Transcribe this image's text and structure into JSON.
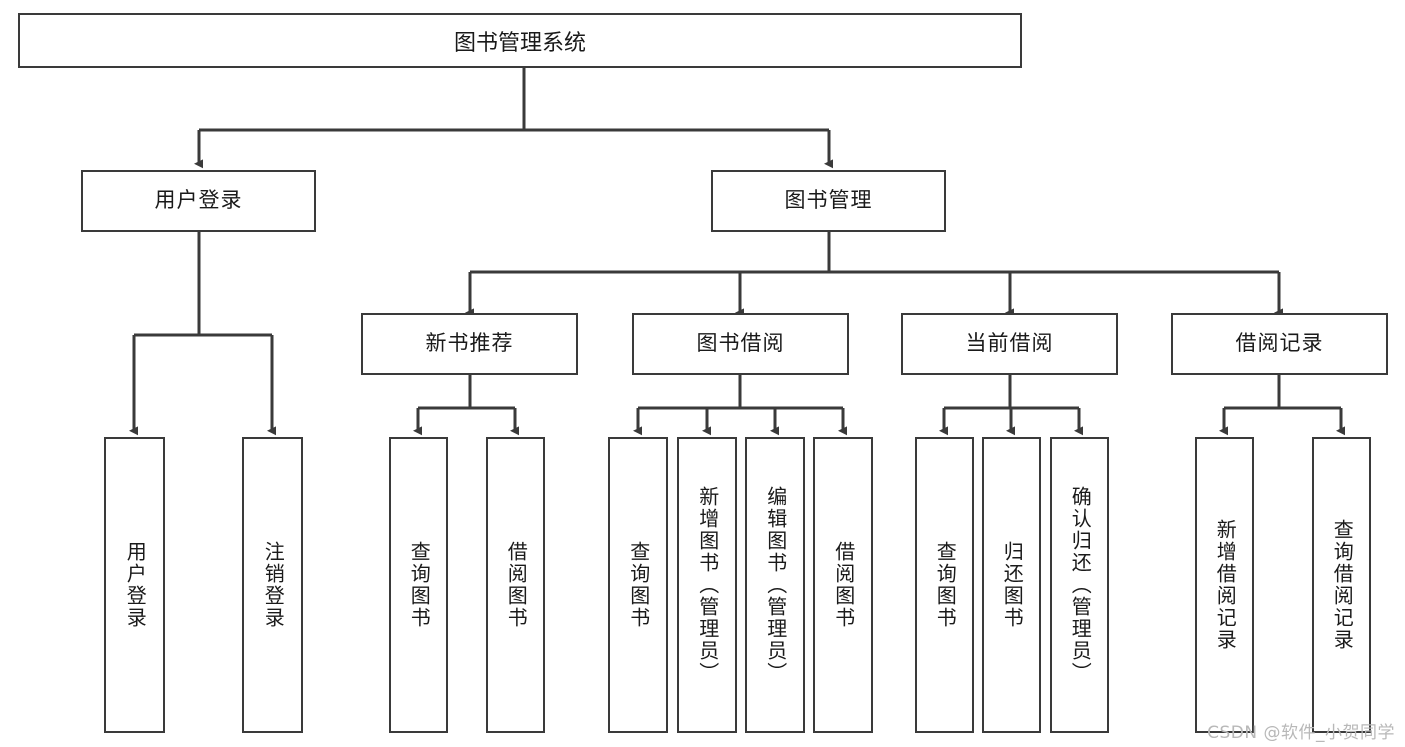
{
  "diagram": {
    "title": "图书管理系统",
    "type": "tree-hierarchy-chart",
    "root": {
      "label": "图书管理系统"
    },
    "level2": [
      {
        "label": "用户登录"
      },
      {
        "label": "图书管理"
      }
    ],
    "level3": [
      {
        "label": "新书推荐"
      },
      {
        "label": "图书借阅"
      },
      {
        "label": "当前借阅"
      },
      {
        "label": "借阅记录"
      }
    ],
    "leaves": {
      "user_login": [
        "用户登录",
        "注销登录"
      ],
      "new_book_recommend": [
        "查询图书",
        "借阅图书"
      ],
      "book_borrow": [
        "查询图书",
        "新增图书（管理员）",
        "编辑图书（管理员）",
        "借阅图书"
      ],
      "current_borrow": [
        "查询图书",
        "归还图书",
        "确认归还（管理员）"
      ],
      "borrow_record": [
        "新增借阅记录",
        "查询借阅记录"
      ]
    }
  },
  "watermark": {
    "text": "CSDN @软件_小贺同学"
  },
  "colors": {
    "stroke": "#3a3a3a",
    "box_fill": "#ffffff",
    "text": "#1a1a1a",
    "watermark": "#b8b8b8",
    "background": "#ffffff"
  }
}
